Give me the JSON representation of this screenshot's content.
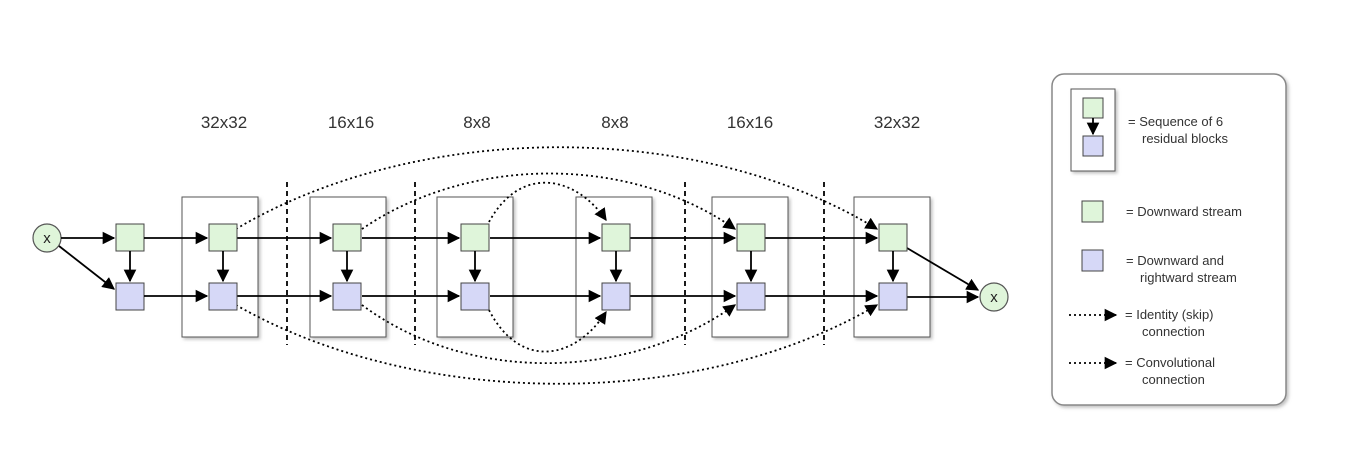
{
  "diagram": {
    "resolution_labels": [
      "32x32",
      "16x16",
      "8x8",
      "8x8",
      "16x16",
      "32x32"
    ],
    "input_label": "x",
    "output_label": "x"
  },
  "legend": {
    "items": [
      {
        "line1": "= Sequence of 6",
        "line2": "residual blocks"
      },
      {
        "line1": "= Downward stream",
        "line2": ""
      },
      {
        "line1": "= Downward and",
        "line2": "rightward stream"
      },
      {
        "line1": "= Identity (skip)",
        "line2": "connection"
      },
      {
        "line1": "= Convolutional",
        "line2": "connection"
      }
    ]
  },
  "colors": {
    "downward_stream": "#dff5da",
    "downward_rightward_stream": "#d6d8f7"
  }
}
